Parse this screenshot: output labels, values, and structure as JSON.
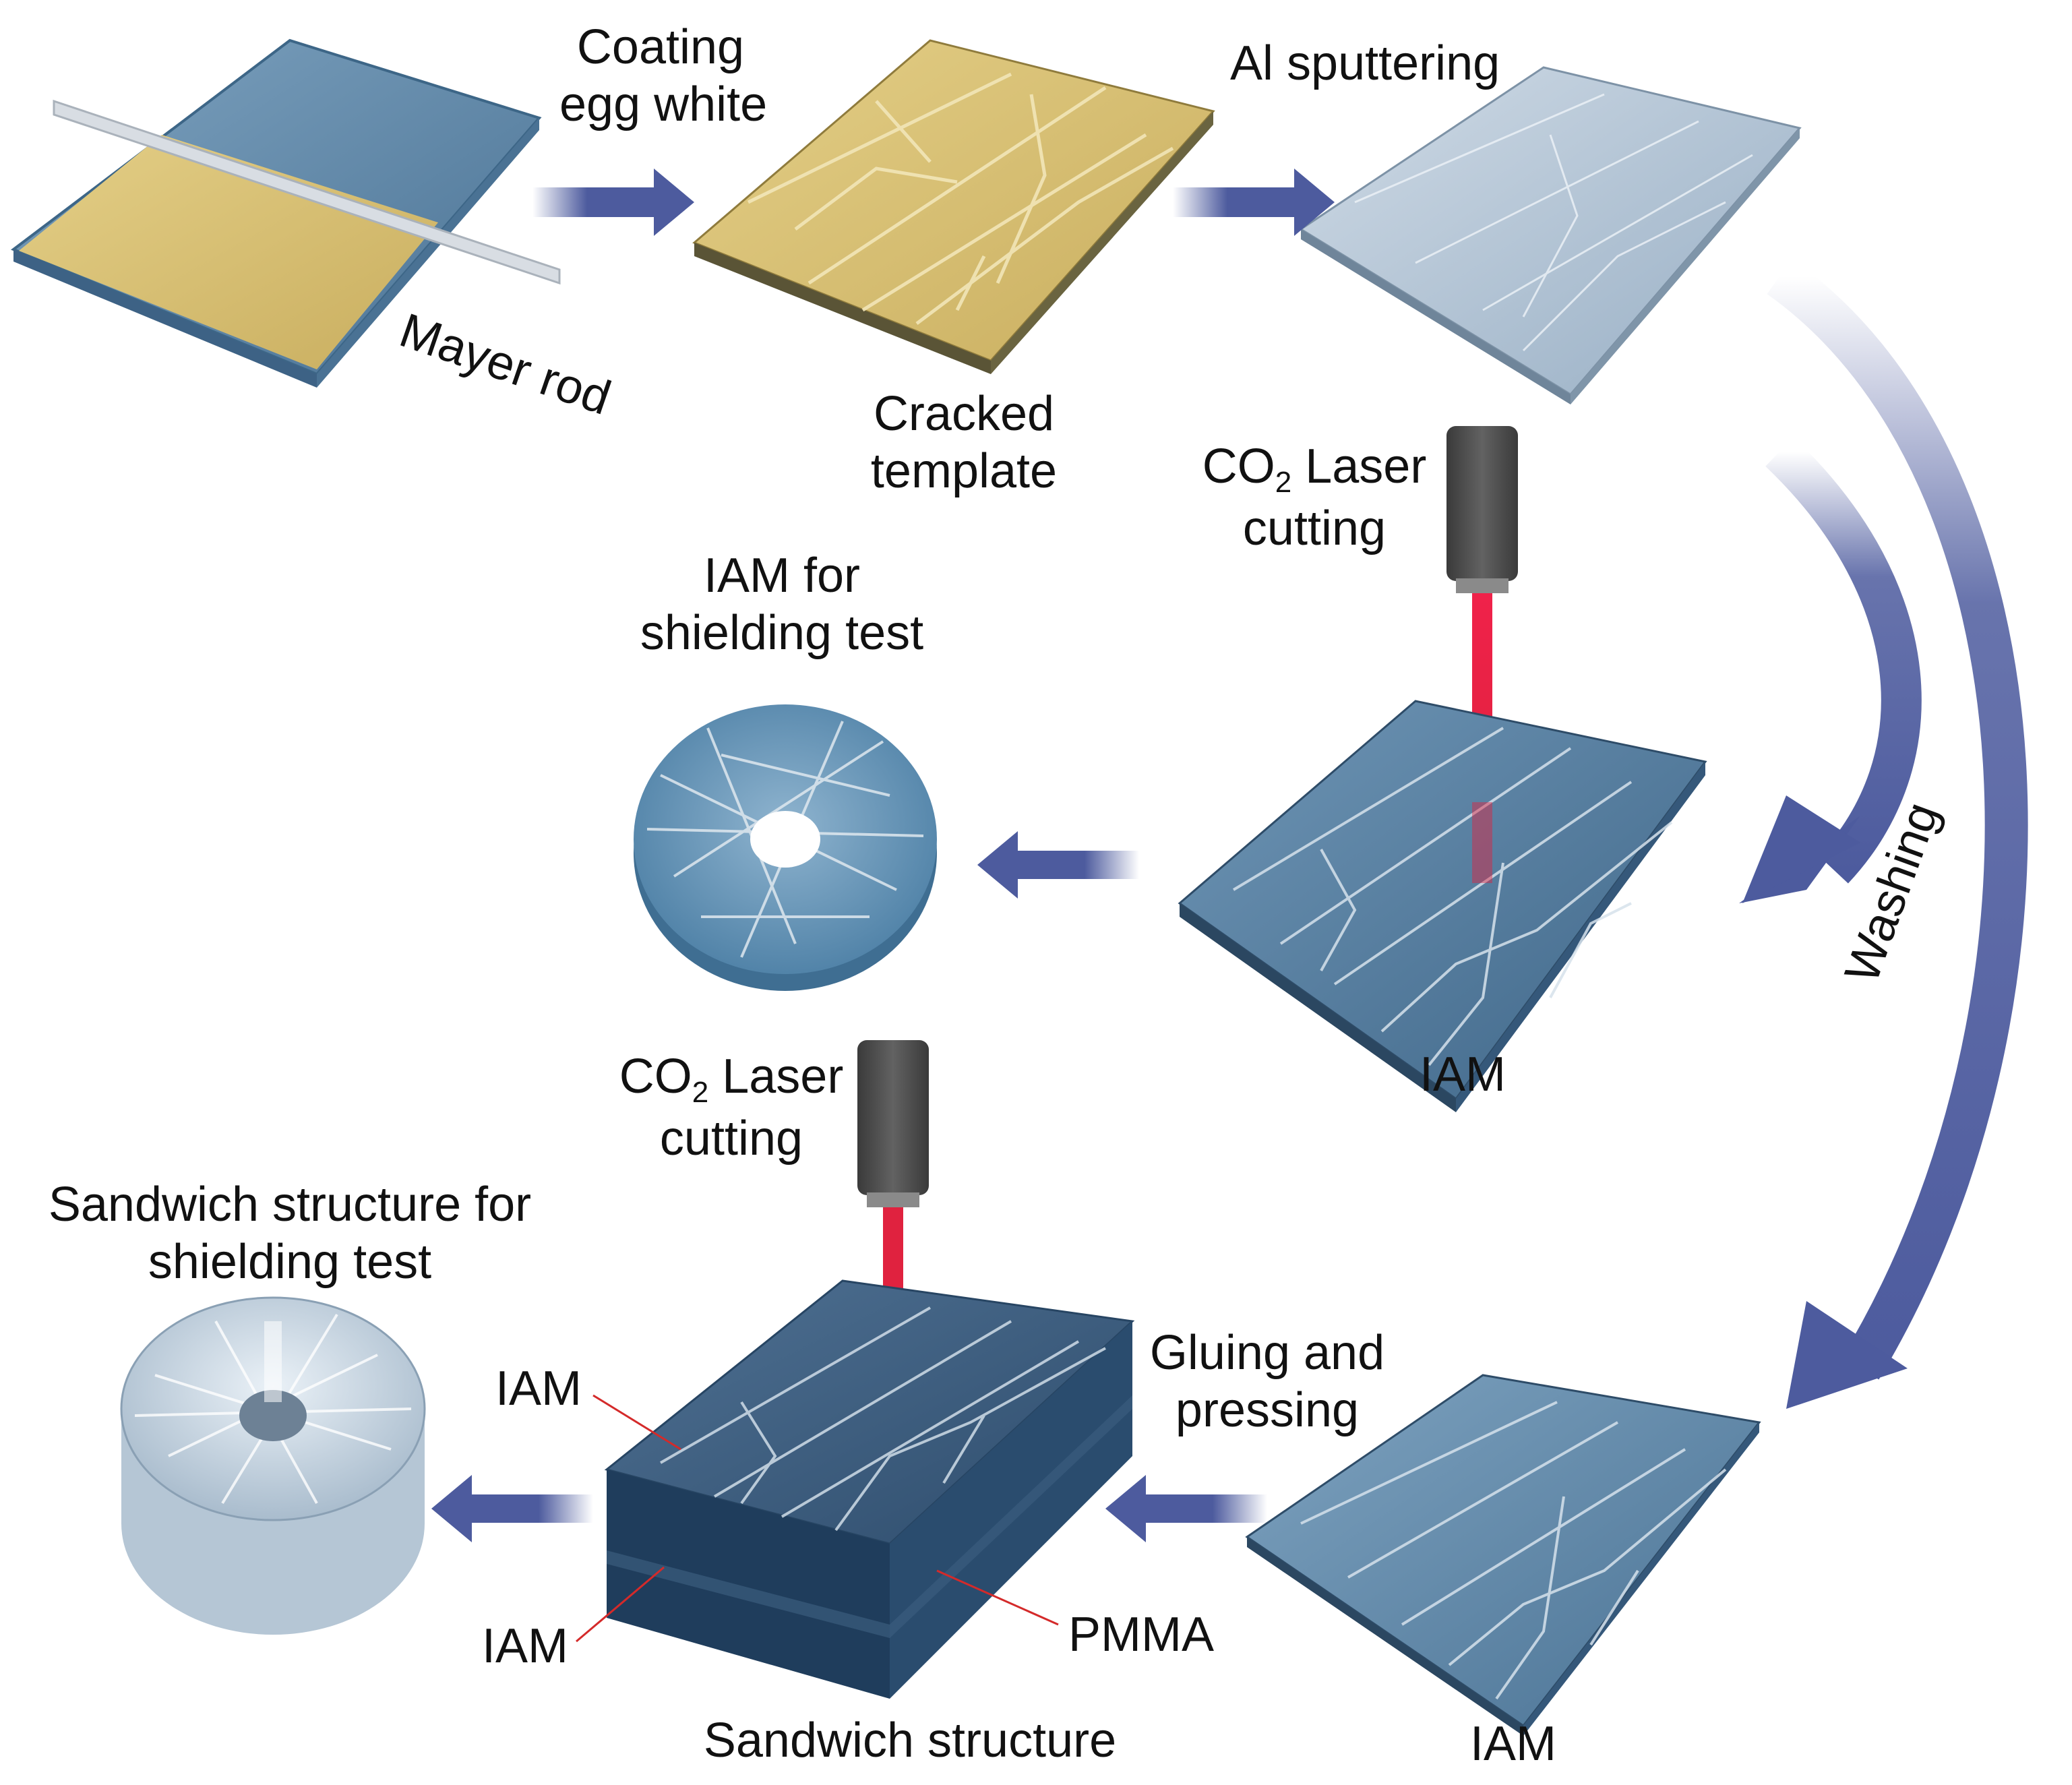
{
  "labels": {
    "coating_line1": "Coating",
    "coating_line2": "egg white",
    "al_sputtering": "Al sputtering",
    "mayer_rod": "Mayer rod",
    "cracked_line1": "Cracked",
    "cracked_line2": "template",
    "laser1_co": "CO",
    "laser1_sub": "2",
    "laser1_rest": " Laser",
    "laser1_line2": "cutting",
    "iam_shield_line1": "IAM for",
    "iam_shield_line2": "shielding test",
    "iam_mid": "IAM",
    "washing": "Washing",
    "laser2_co": "CO",
    "laser2_sub": "2",
    "laser2_rest": " Laser",
    "laser2_line2": "cutting",
    "sandwich_test_line1": "Sandwich structure for",
    "sandwich_test_line2": "shielding test",
    "gluing_line1": "Gluing and",
    "gluing_line2": "pressing",
    "iam_top_layer": "IAM",
    "iam_bottom_layer": "IAM",
    "pmma": "PMMA",
    "sandwich_structure": "Sandwich structure",
    "iam_bottom_right": "IAM"
  },
  "colors": {
    "arrow": "#4d5b9e",
    "yellow_film": "#d9c278",
    "blue_film": "#5f87a8",
    "al_film": "#b6c6d6",
    "laser_beam": "#e0223f",
    "laser_head": "#4a4a4a",
    "pointer_line": "#d42a2a"
  }
}
